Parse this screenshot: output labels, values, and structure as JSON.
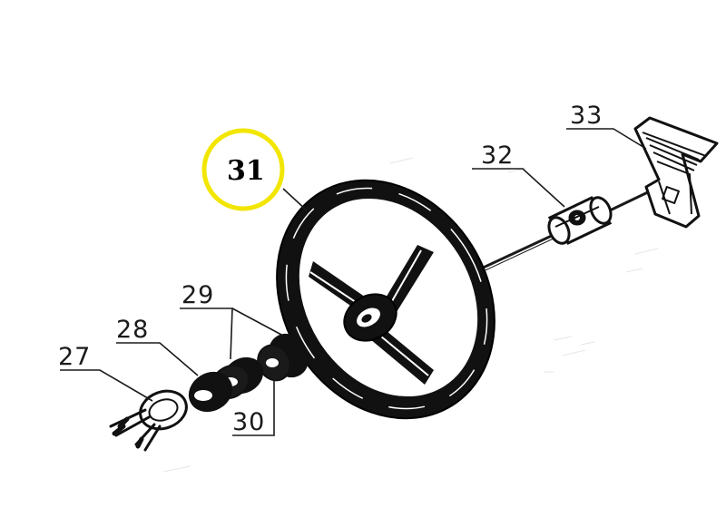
{
  "diagram": {
    "callouts": [
      {
        "id": "27",
        "label": "27"
      },
      {
        "id": "28",
        "label": "28"
      },
      {
        "id": "29",
        "label": "29"
      },
      {
        "id": "30",
        "label": "30"
      },
      {
        "id": "31",
        "label": "31",
        "highlighted": true
      },
      {
        "id": "32",
        "label": "32"
      },
      {
        "id": "33",
        "label": "33"
      }
    ],
    "highlight_color": "#f2e600",
    "line_color": "#1a1a1a"
  }
}
